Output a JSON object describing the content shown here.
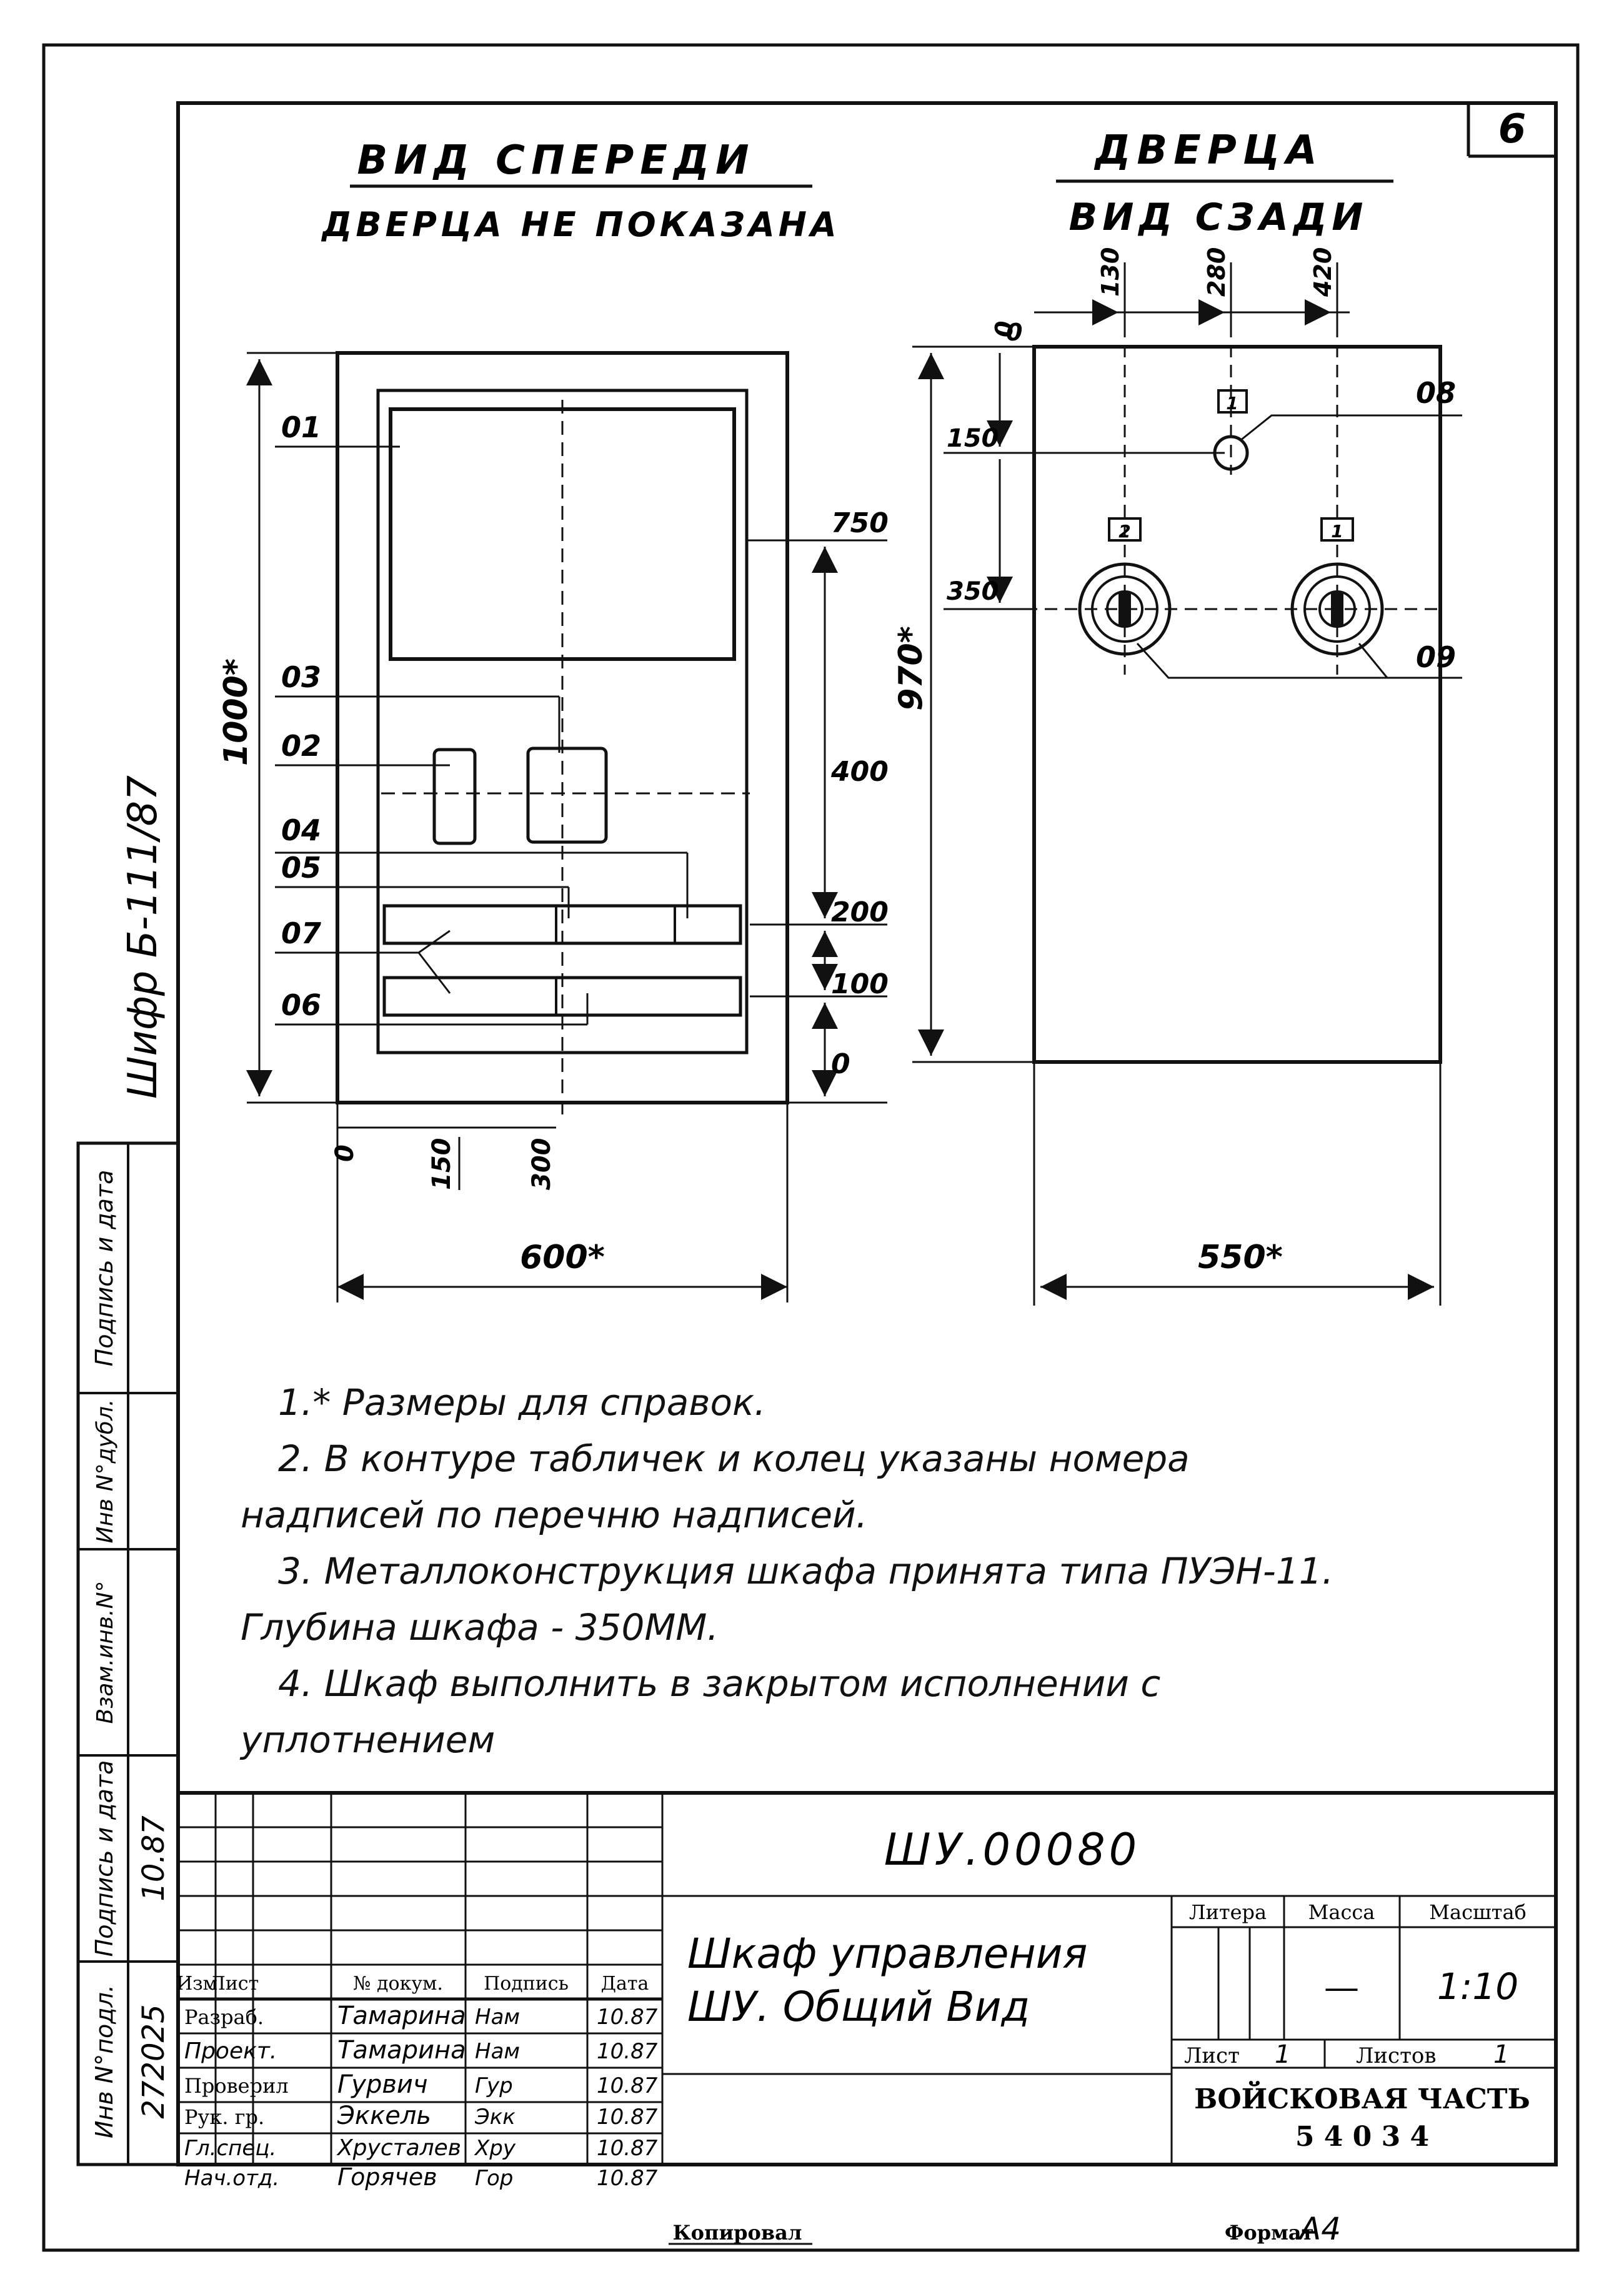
{
  "sheet_number": "6",
  "front_view": {
    "title": "ВИД СПЕРЕДИ",
    "subtitle": "ДВЕРЦА НЕ ПОКАЗАНА",
    "labels": {
      "l01": "01",
      "l03": "03",
      "l02": "02",
      "l04": "04",
      "l05": "05",
      "l07": "07",
      "l06": "06"
    },
    "dims": {
      "h_total": "1000*",
      "d750": "750",
      "d400": "400",
      "d200": "200",
      "d100": "100",
      "d0": "0",
      "x0": "0",
      "x150": "150",
      "x300": "300",
      "w600": "600*"
    }
  },
  "door_view": {
    "title": "ДВЕРЦА",
    "subtitle": "ВИД СЗАДИ",
    "labels": {
      "l08": "08",
      "l09": "09"
    },
    "badges": {
      "b1": "1",
      "b2": "2",
      "b3": "1"
    },
    "dims": {
      "x0": "0",
      "x130": "130",
      "x280": "280",
      "x420": "420",
      "y0": "0",
      "y150": "150",
      "y350": "350",
      "h970": "970*",
      "w550": "550*"
    }
  },
  "side_cipher": "Шифр Б-111/87",
  "stamp_col": {
    "podpis_data": "Подпись и дата",
    "inv_dubl": "Инв N°дубл.",
    "vzam_inv": "Взам.инв.N°",
    "podpis_data2": "Подпись и дата",
    "date_val": "10.87",
    "inv_podl": "Инв N°подл.",
    "inv_val": "272025"
  },
  "notes": [
    "1.* Размеры для справок.",
    "2. В контуре табличек и колец указаны номера",
    "надписей по перечню надписей.",
    "3. Металлоконструкция шкафа принята типа ПУЭН-11.",
    "Глубина шкафа - 350ММ.",
    "4. Шкаф выполнить в закрытом исполнении с",
    "уплотнением"
  ],
  "title_block": {
    "doc_code": "ШУ.00080",
    "name_line1": "Шкаф управления",
    "name_line2": "ШУ. Общий Вид",
    "col_headers": [
      "Изм",
      "Лист",
      "№ докум.",
      "Подпись",
      "Дата"
    ],
    "rows": [
      {
        "role": "Разраб.",
        "name": "Тамарина",
        "sign": "Нам",
        "date": "10.87"
      },
      {
        "role": "Проект.",
        "name": "Тамарина",
        "sign": "Нам",
        "date": "10.87"
      },
      {
        "role": "Проверил",
        "name": "Гурвич",
        "sign": "Гур",
        "date": "10.87"
      },
      {
        "role": "Рук. гр.",
        "name": "Эккель",
        "sign": "Экк",
        "date": "10.87"
      },
      {
        "role": "Гл.спец.",
        "name": "Хрусталев",
        "sign": "Хру",
        "date": "10.87"
      },
      {
        "role": "Нач.отд.",
        "name": "Горячев",
        "sign": "Гор",
        "date": "10.87"
      }
    ],
    "litera_label": "Литера",
    "massa_label": "Масса",
    "massa_value": "—",
    "scale_label": "Масштаб",
    "scale_value": "1:10",
    "sheet_label": "Лист",
    "sheet_value": "1",
    "sheets_label": "Листов",
    "sheets_value": "1",
    "org_line1": "ВОЙСКОВАЯ ЧАСТЬ",
    "org_line2": "5 4 0 3 4"
  },
  "footer": {
    "copied": "Копировал",
    "format_label": "Формат",
    "format_value": "А4"
  }
}
